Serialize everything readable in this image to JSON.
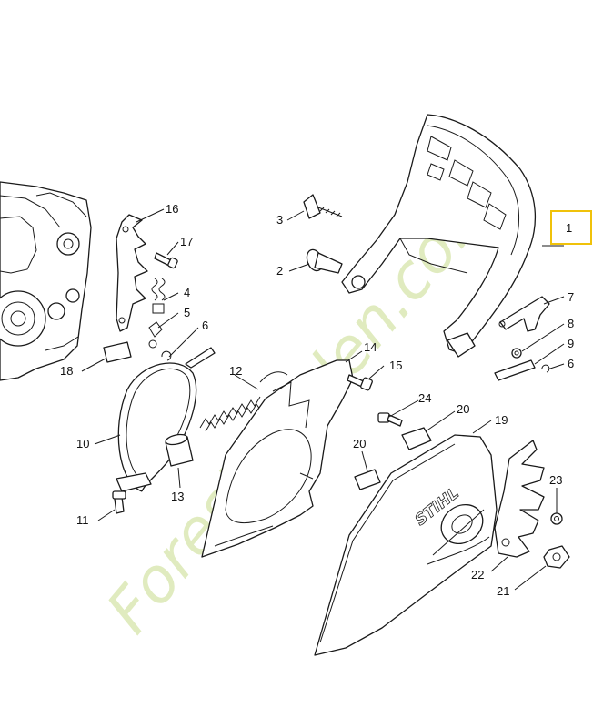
{
  "watermark": {
    "text": "Forestgarden.com",
    "color": "#c8dc8c",
    "highlight_color": "#f0a83c"
  },
  "brand_text": "STIHL",
  "highlight_box_color": "#f0c20a",
  "parts": [
    {
      "id": "1",
      "label": "1",
      "name": "hand-guard"
    },
    {
      "id": "2",
      "label": "2",
      "name": "bushing"
    },
    {
      "id": "3",
      "label": "3",
      "name": "screw"
    },
    {
      "id": "4",
      "label": "4",
      "name": "spring"
    },
    {
      "id": "5",
      "label": "5",
      "name": "spring"
    },
    {
      "id": "6a",
      "label": "6",
      "name": "e-clip"
    },
    {
      "id": "6b",
      "label": "6",
      "name": "e-clip"
    },
    {
      "id": "7",
      "label": "7",
      "name": "lever"
    },
    {
      "id": "8",
      "label": "8",
      "name": "washer"
    },
    {
      "id": "9",
      "label": "9",
      "name": "link"
    },
    {
      "id": "10",
      "label": "10",
      "name": "brake-band"
    },
    {
      "id": "11",
      "label": "11",
      "name": "screw"
    },
    {
      "id": "12",
      "label": "12",
      "name": "spring"
    },
    {
      "id": "13",
      "label": "13",
      "name": "sleeve"
    },
    {
      "id": "14",
      "label": "14",
      "name": "cover-plate"
    },
    {
      "id": "15",
      "label": "15",
      "name": "screw"
    },
    {
      "id": "16",
      "label": "16",
      "name": "bumper-spike"
    },
    {
      "id": "17",
      "label": "17",
      "name": "screw"
    },
    {
      "id": "18",
      "label": "18",
      "name": "plate"
    },
    {
      "id": "19",
      "label": "19",
      "name": "sprocket-cover"
    },
    {
      "id": "20a",
      "label": "20",
      "name": "nut"
    },
    {
      "id": "20b",
      "label": "20",
      "name": "nut"
    },
    {
      "id": "21",
      "label": "21",
      "name": "nut"
    },
    {
      "id": "22",
      "label": "22",
      "name": "bumper-spike"
    },
    {
      "id": "23",
      "label": "23",
      "name": "nut"
    },
    {
      "id": "24",
      "label": "24",
      "name": "screw"
    }
  ]
}
